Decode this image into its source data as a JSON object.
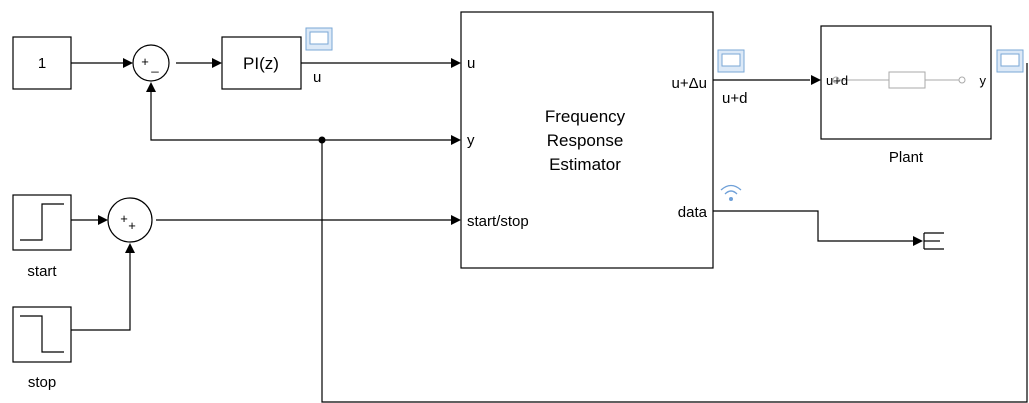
{
  "blocks": {
    "constant": {
      "value": "1"
    },
    "sum1": {
      "sign_top": "+",
      "sign_bottom": "_"
    },
    "controller": {
      "label": "PI(z)"
    },
    "estimator": {
      "title_line1": "Frequency",
      "title_line2": "Response",
      "title_line3": "Estimator",
      "in_ports": [
        "u",
        "y",
        "start/stop"
      ],
      "out_ports": [
        "u+Δu",
        "data"
      ]
    },
    "plant": {
      "label": "Plant",
      "in_port": "u+d",
      "out_port": "y"
    },
    "start_step": {
      "label": "start"
    },
    "stop_step": {
      "label": "stop"
    },
    "sum2": {
      "sign_top": "+",
      "sign_bottom": "+"
    }
  },
  "signals": {
    "controller_out": "u",
    "estimator_out": "u+d"
  },
  "icons": {
    "logging": "signal-logging-icon",
    "wireless": "wireless-icon",
    "terminator": "terminator-icon"
  }
}
